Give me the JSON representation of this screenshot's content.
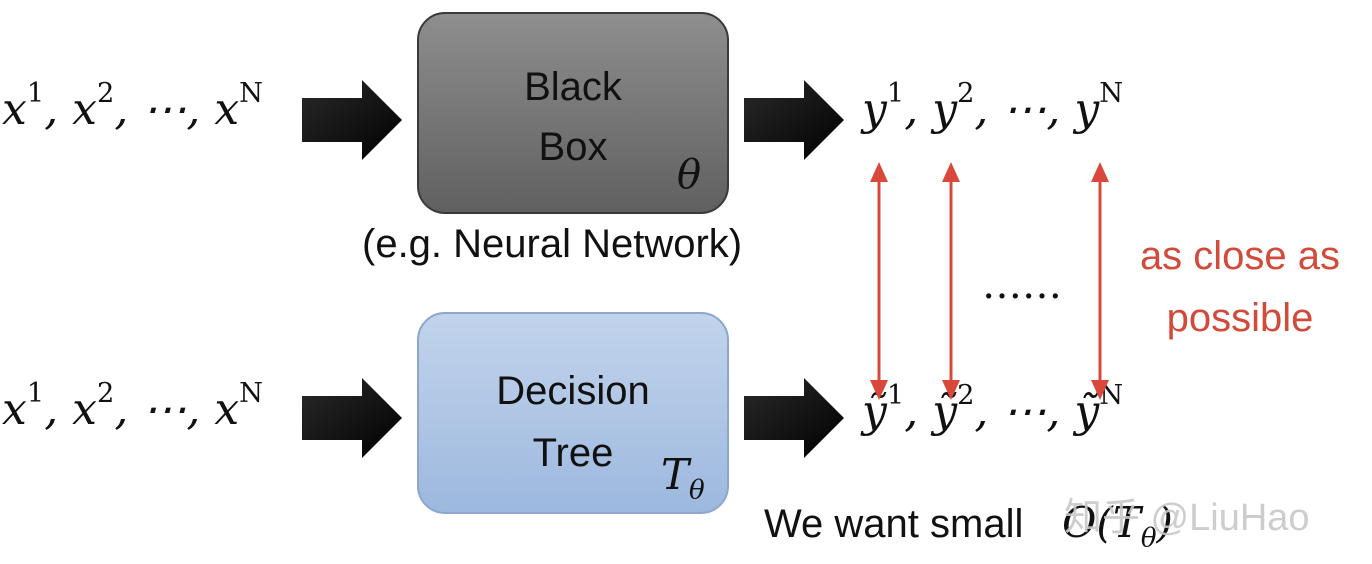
{
  "top_row": {
    "input_sequence": [
      "x",
      "1",
      "x",
      "2",
      "x",
      "N"
    ],
    "box_line1": "Black",
    "box_line2": "Box",
    "box_param": "θ",
    "box_caption": "(e.g. Neural Network)",
    "output_sequence": [
      "y",
      "1",
      "y",
      "2",
      "y",
      "N"
    ]
  },
  "bottom_row": {
    "input_sequence": [
      "x",
      "1",
      "x",
      "2",
      "x",
      "N"
    ],
    "box_line1": "Decision",
    "box_line2": "Tree",
    "box_param_main": "T",
    "box_param_sub": "θ",
    "output_sequence": [
      "ỹ",
      "1",
      "ỹ",
      "2",
      "ỹ",
      "N"
    ]
  },
  "comparison": {
    "ellipsis": "……",
    "note_line1": "as close as",
    "note_line2": "possible"
  },
  "footer": {
    "text": "We want small",
    "math_main": "O(T",
    "math_sub": "θ",
    "math_close": ")"
  },
  "watermark": "知乎 @LiuHao",
  "colors": {
    "black_box": "#707070",
    "decision_tree_box": "#adc4e4",
    "note_red": "#d24a3a",
    "arrow_red": "#d9483b"
  },
  "icons": [
    "right-block-arrow",
    "double-headed-arrow"
  ]
}
